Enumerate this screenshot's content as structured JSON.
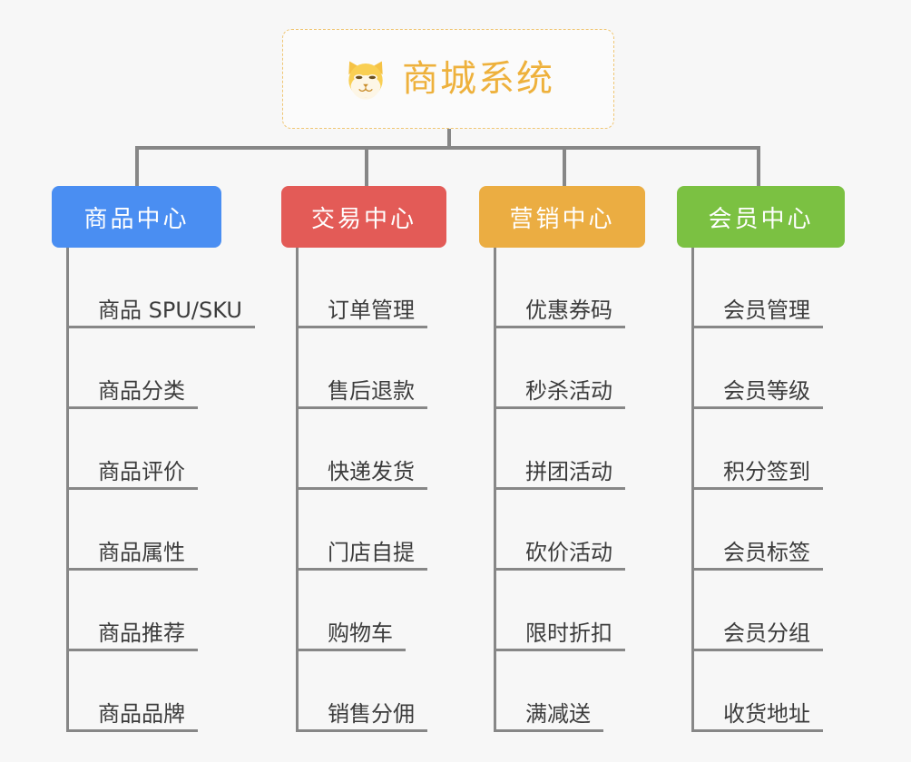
{
  "root": {
    "title": "商城系统",
    "icon": "shiba-dog-icon",
    "accent": "#eeb13c",
    "border": "#f0c674"
  },
  "columns": [
    {
      "label": "商品中心",
      "color": "#4a8ef2",
      "items": [
        "商品 SPU/SKU",
        "商品分类",
        "商品评价",
        "商品属性",
        "商品推荐",
        "商品品牌"
      ]
    },
    {
      "label": "交易中心",
      "color": "#e35b57",
      "items": [
        "订单管理",
        "售后退款",
        "快递发货",
        "门店自提",
        "购物车",
        "销售分佣"
      ]
    },
    {
      "label": "营销中心",
      "color": "#ebad42",
      "items": [
        "优惠券码",
        "秒杀活动",
        "拼团活动",
        "砍价活动",
        "限时折扣",
        "满减送"
      ]
    },
    {
      "label": "会员中心",
      "color": "#7bc142",
      "items": [
        "会员管理",
        "会员等级",
        "积分签到",
        "会员标签",
        "会员分组",
        "收货地址"
      ]
    }
  ],
  "theme": {
    "background": "#f7f7f7",
    "connector": "#878787",
    "text": "#3c3c3c"
  }
}
